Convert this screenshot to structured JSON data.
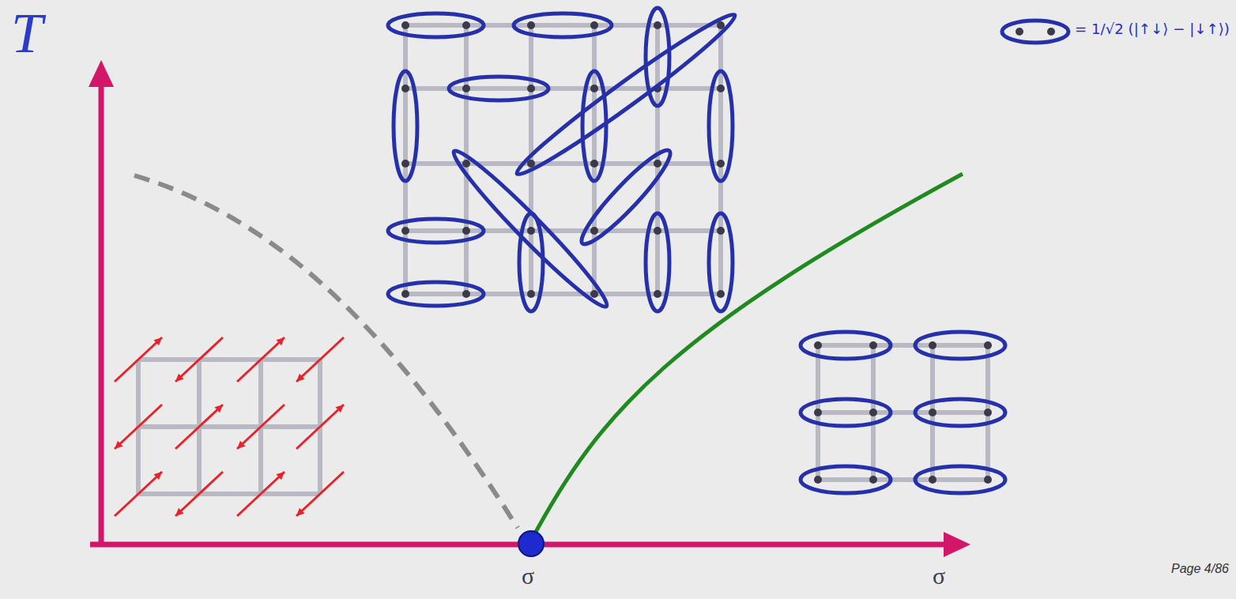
{
  "diagram": {
    "labels": [
      "T",
      "σ",
      "σ",
      "Page 4/86"
    ],
    "legend": [
      {
        "text": "= 1/√2 (|↑↓⟩ − |↓↑⟩)"
      }
    ]
  }
}
